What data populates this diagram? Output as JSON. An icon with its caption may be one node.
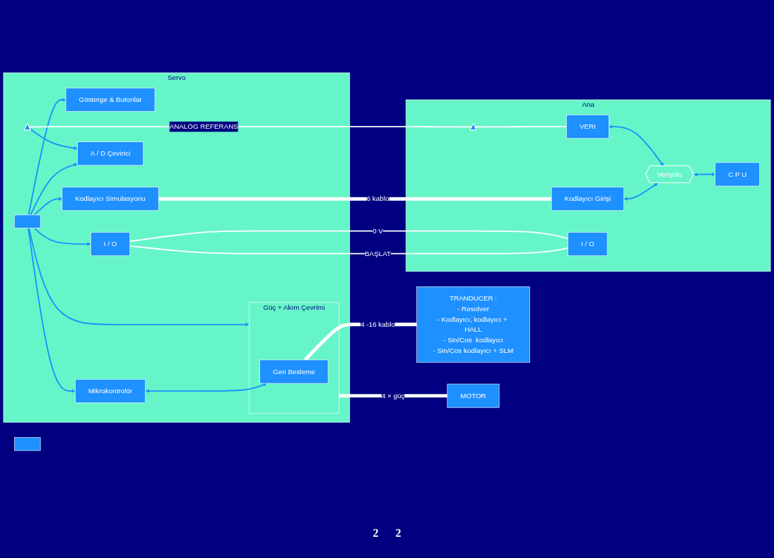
{
  "diagram": {
    "nodes": [
      {
        "text": [
          "Servo"
        ]
      },
      {
        "text": [
          "Güç + Akım Çevrimi"
        ],
        "in": 0
      },
      {
        "text": [
          "Geri Besleme"
        ],
        "in": 1
      },
      {
        "text": [
          "Gösterge & Butonlar"
        ],
        "in": 0
      },
      {
        "text": [
          "Kodlayıcı Simulasyonu"
        ],
        "in": 0
      },
      {
        "text": [
          "A / D Çevirici"
        ],
        "in": 0
      },
      {
        "text": [
          "I / O"
        ],
        "in": 0
      },
      {
        "text": [
          "Mikrokontrolör"
        ],
        "in": 0
      },
      {
        "text": [],
        "shape": "bar",
        "in": 0
      },
      {
        "text": [],
        "shape": "triangle",
        "in": 0
      },
      {
        "text": [
          "Ana"
        ]
      },
      {
        "text": [
          "Kodlayıcı Girişi"
        ],
        "in": 10
      },
      {
        "text": [
          "VERI"
        ],
        "in": 10
      },
      {
        "text": [],
        "shape": "triangle",
        "in": 10
      },
      {
        "text": [
          "I / O"
        ],
        "in": 10
      },
      {
        "text": [
          "Veriyolu"
        ],
        "in": 10
      },
      {
        "text": [
          "C P U"
        ],
        "in": 10
      },
      {
        "text": [
          "TRANDUCER :",
          "- Resolver",
          "- Kodlayıcı, kodlayıcı + HALL",
          "- Sin/Cos  kodlayıcı",
          "- Sin/Cos kodlayıcı + SLM"
        ]
      },
      {
        "text": [
          "MOTOR"
        ]
      },
      {
        "text": [],
        "shape": "box"
      }
    ],
    "edges": [
      {
        "from": 8,
        "to": 3,
        "arrow": "to"
      },
      {
        "from": 8,
        "to": 7,
        "arrow": "to"
      },
      {
        "from": 8,
        "to": 4,
        "arrow": "to"
      },
      {
        "from": 8,
        "to": 5,
        "arrow": "to"
      },
      {
        "from": 8,
        "to": 6,
        "arrow": "to"
      },
      {
        "from": 8,
        "to": 1,
        "arrow": "to"
      },
      {
        "from": 9,
        "to": 5,
        "arrow": "to"
      },
      {
        "from": 7,
        "to": 2,
        "arrow": "both"
      },
      {
        "from": 4,
        "to": 11,
        "arrow": "none",
        "label": "6 kablo",
        "style": "thick",
        "color": "#ffffff"
      },
      {
        "from": 9,
        "to": 13,
        "arrow": "none",
        "label": "ANALOG REFERANS",
        "color": "#ffffff"
      },
      {
        "from": 13,
        "to": 12,
        "arrow": "none",
        "color": "#ffffff"
      },
      {
        "from": 6,
        "to": 14,
        "arrow": "none",
        "label": "BAŞLAT",
        "color": "#ffffff"
      },
      {
        "from": 6,
        "to": 14,
        "arrow": "none",
        "label": "0 V",
        "color": "#ffffff"
      },
      {
        "from": 11,
        "to": 15,
        "arrow": "both"
      },
      {
        "from": 12,
        "to": 15,
        "arrow": "both"
      },
      {
        "from": 15,
        "to": 16,
        "arrow": "both"
      },
      {
        "from": 1,
        "to": 18,
        "arrow": "none",
        "label": "4 × güç",
        "style": "thick",
        "color": "#ffffff"
      },
      {
        "from": 2,
        "to": 17,
        "arrow": "none",
        "label": "4 -16 kablo",
        "style": "thick",
        "color": "#ffffff"
      }
    ],
    "labels": [
      "2",
      "2"
    ]
  }
}
